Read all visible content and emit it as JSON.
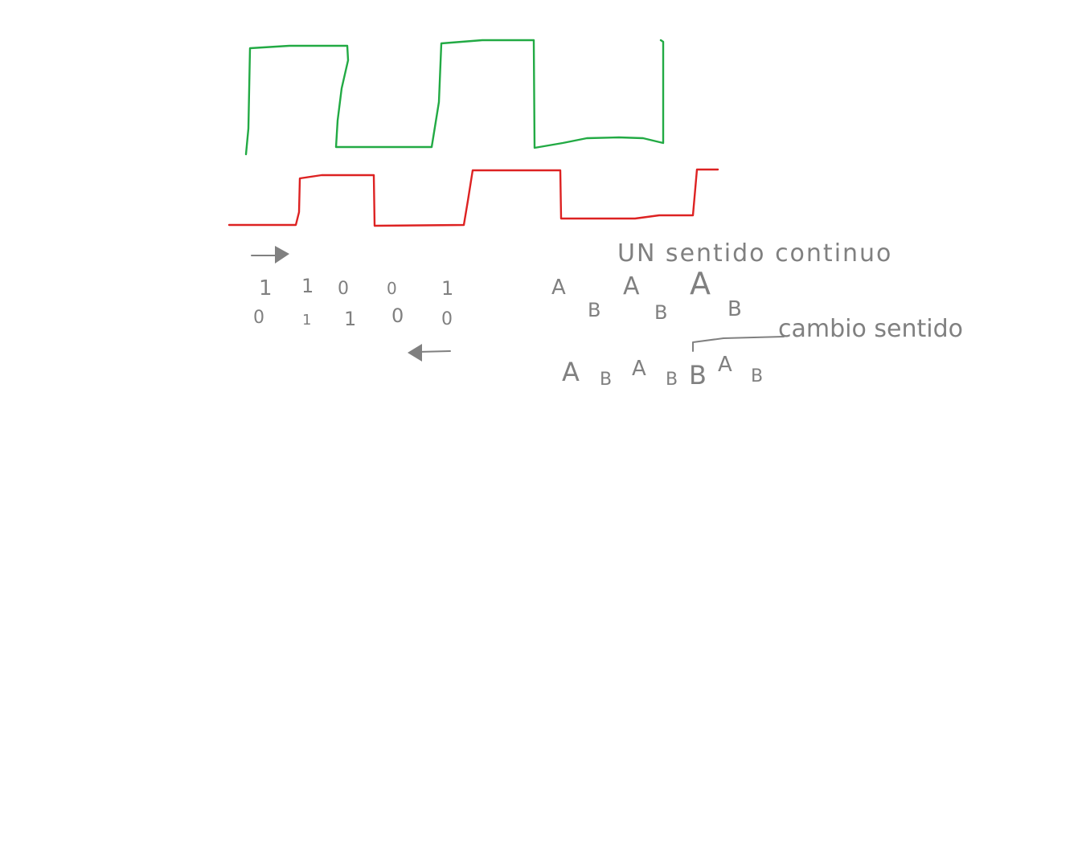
{
  "colors": {
    "signal_a": "#22aa44",
    "signal_b": "#dd2222",
    "ink": "#808080",
    "background": "#ffffff"
  },
  "bits_forward": {
    "top_row": [
      "1",
      "1",
      "0",
      "0",
      "1"
    ],
    "bottom_row": [
      "0",
      "1",
      "1",
      "0",
      "0"
    ]
  },
  "sequence_continuous": {
    "label": "UN sentido continuo",
    "letters": [
      "A",
      "B",
      "A",
      "B",
      "A",
      "B"
    ]
  },
  "sequence_reversal": {
    "label": "cambio sentido",
    "letters": [
      "A",
      "B",
      "A",
      "B",
      "B",
      "A",
      "B"
    ]
  }
}
